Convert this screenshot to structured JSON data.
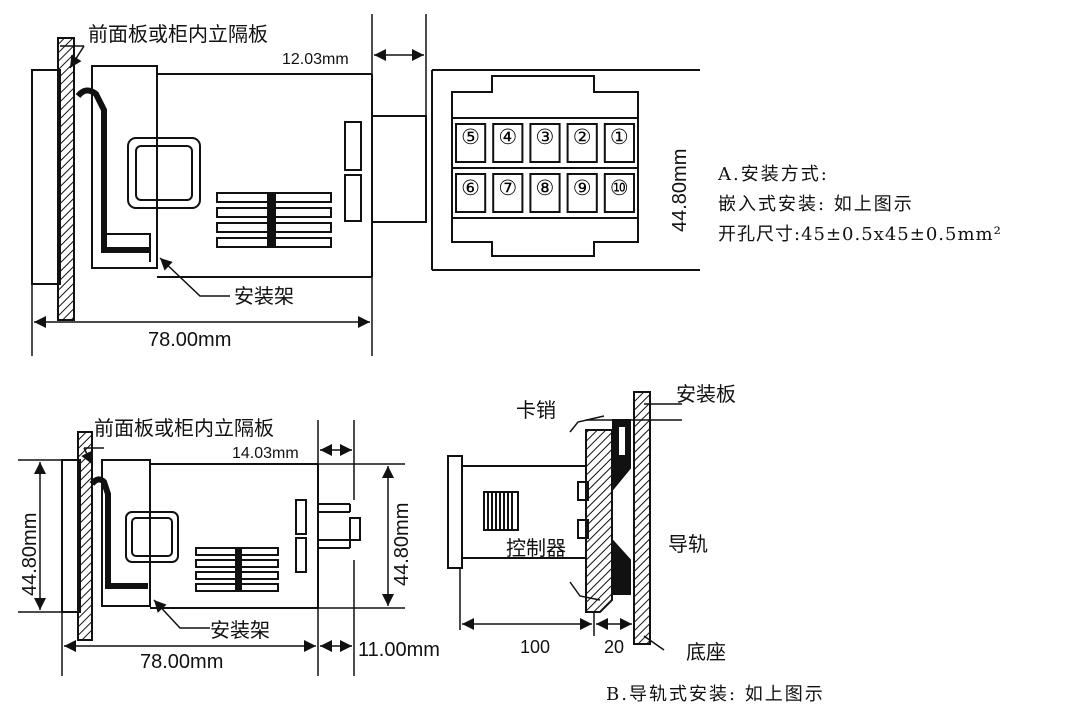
{
  "top_diagram": {
    "panel_label": "前面板或柜内立隔板",
    "gap_dim": "12.03mm",
    "bracket_label": "安装架",
    "length_dim": "78.00mm",
    "height_dim": "44.80mm",
    "terminals_top": [
      "⑤",
      "④",
      "③",
      "②",
      "①"
    ],
    "terminals_bottom": [
      "⑥",
      "⑦",
      "⑧",
      "⑨",
      "⑩"
    ]
  },
  "notes_a": {
    "line1": "A.安装方式:",
    "line2": "嵌入式安装: 如上图示",
    "line3": "开孔尺寸:45±0.5x45±0.5mm²"
  },
  "bottom_left_diagram": {
    "panel_label": "前面板或柜内立隔板",
    "gap_dim": "14.03mm",
    "height_left": "44.80mm",
    "height_right": "44.80mm",
    "bracket_label": "安装架",
    "length_dim": "78.00mm",
    "extra_dim": "11.00mm"
  },
  "bottom_right_diagram": {
    "pin_label": "卡销",
    "plate_label": "安装板",
    "controller_label": "控制器",
    "rail_label": "导轨",
    "dim_100": "100",
    "dim_20": "20",
    "base_label": "底座"
  },
  "notes_b": {
    "line1": "B.导轨式安装: 如上图示"
  }
}
